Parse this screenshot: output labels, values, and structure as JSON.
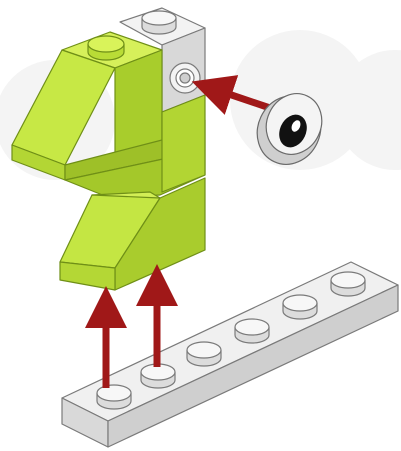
{
  "diagram": {
    "type": "building-instruction",
    "colors": {
      "background": "#ffffff",
      "watermark": "#f3f3f3",
      "lime_light": "#d9f35a",
      "lime_mid": "#bfe33a",
      "lime_dark": "#a4c82a",
      "lime_shadow": "#8fb021",
      "gray_light": "#f2f2f2",
      "gray_mid": "#d8d8d8",
      "gray_dark": "#b9b9b9",
      "outline": "#7a7a7a",
      "arrow": "#a01818",
      "eye_black": "#111111"
    },
    "parts": [
      {
        "name": "lime-sloped-head-brick",
        "color": "lime"
      },
      {
        "name": "lime-sloped-body-brick",
        "color": "lime"
      },
      {
        "name": "light-gray-headlight-brick",
        "color": "light-gray"
      },
      {
        "name": "round-tile-eye",
        "color": "white"
      },
      {
        "name": "light-gray-plate-1x6",
        "color": "light-gray"
      }
    ],
    "arrows": [
      {
        "name": "eye-attach-arrow",
        "direction": "left"
      },
      {
        "name": "plate-attach-arrow-left",
        "direction": "up"
      },
      {
        "name": "plate-attach-arrow-right",
        "direction": "up"
      }
    ]
  }
}
